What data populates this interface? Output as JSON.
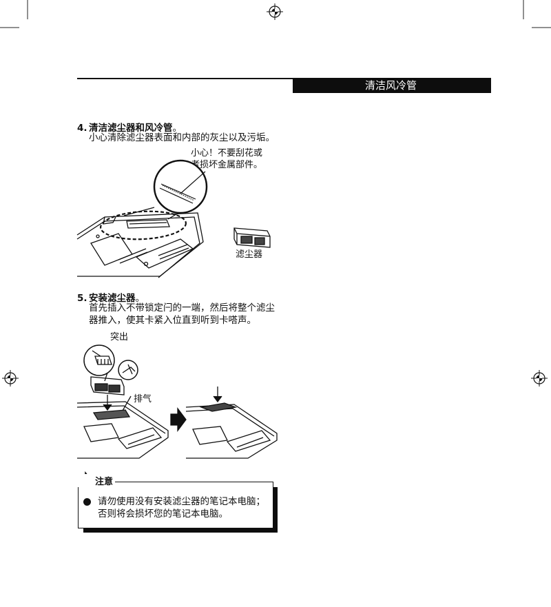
{
  "header": {
    "title": "清洁风冷管"
  },
  "step4": {
    "number": "4.",
    "title": "清洁滤尘器和风冷管",
    "title_suffix": "。",
    "body": "小心清除滤尘器表面和内部的灰尘以及污垢。",
    "callout_line1": "小心！不要刮花或",
    "callout_line2": "者损坏金属部件。",
    "filter_label": "滤尘器"
  },
  "step5": {
    "number": "5.",
    "title": "安装滤尘器",
    "title_suffix": "。",
    "body_line1": "首先插入不带锁定闩的一端，然后将整个滤尘",
    "body_line2": "器推入，使其卡紧入位直到听到卡嗒声。",
    "protrude_label": "突出",
    "exhaust_label": "排气"
  },
  "note": {
    "title": "注意",
    "bullet_line1": "请勿使用没有安装滤尘器的笔记本电脑；",
    "bullet_line2": "否则将会损坏您的笔记本电脑。"
  }
}
